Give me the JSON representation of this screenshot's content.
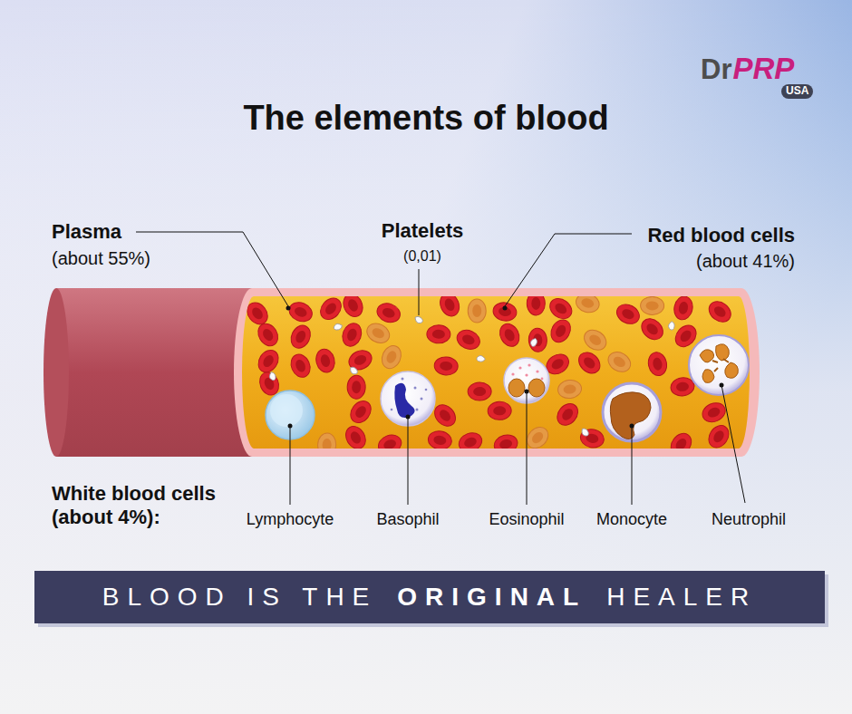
{
  "diagram": {
    "title": "The elements of blood",
    "nodes": [
      {
        "text": [
          "USA"
        ]
      },
      {
        "text": [
          "BLOOD IS THE",
          "ORIGINAL",
          "HEALER"
        ]
      }
    ],
    "labels": [
      "Dr",
      "PRP",
      "Plasma",
      "(about 55%)",
      "Platelets",
      "(0,01)",
      "Red blood cells",
      "(about 41%)",
      "White blood cells (about 4%):",
      "Lymphocyte",
      "Basophil",
      "Eosinophil",
      "Monocyte",
      "Neutrophil"
    ]
  }
}
